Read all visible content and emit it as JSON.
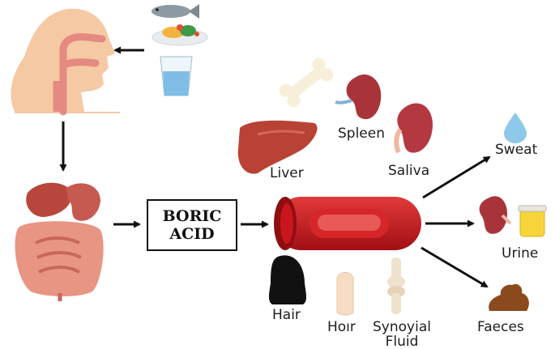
{
  "center": {
    "line1": "BORIC",
    "line2": "ACID"
  },
  "labels": {
    "liver": "Liver",
    "spleen": "Spleen",
    "saliva": "Saliva",
    "sweat": "Sweat",
    "urine": "Urine",
    "faeces": "Faeces",
    "hair": "Hair",
    "hoir": "Hoır",
    "synovial_line1": "Synoyial",
    "synovial_line2": "Fluid"
  },
  "colors": {
    "skin": "#f5c9a4",
    "esophagus": "#e58a80",
    "organ": "#b8463c",
    "blood_vessel": "#c9161d",
    "arrow": "#111111"
  }
}
